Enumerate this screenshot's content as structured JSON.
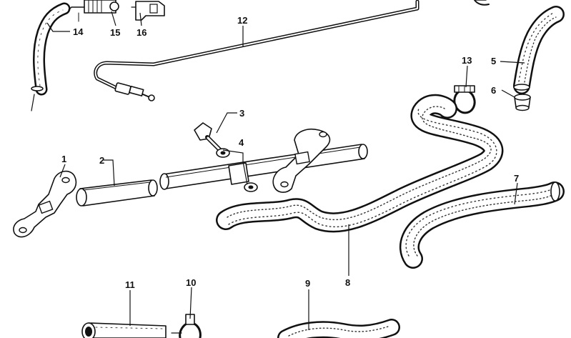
{
  "diagram": {
    "callouts": [
      {
        "id": "p1",
        "label": "1"
      },
      {
        "id": "p2",
        "label": "2"
      },
      {
        "id": "p3",
        "label": "3"
      },
      {
        "id": "p4",
        "label": "4"
      },
      {
        "id": "p5",
        "label": "5"
      },
      {
        "id": "p6",
        "label": "6"
      },
      {
        "id": "p7",
        "label": "7"
      },
      {
        "id": "p8",
        "label": "8"
      },
      {
        "id": "p9",
        "label": "9"
      },
      {
        "id": "p10",
        "label": "10"
      },
      {
        "id": "p11",
        "label": "11"
      },
      {
        "id": "p12",
        "label": "12"
      },
      {
        "id": "p13",
        "label": "13"
      },
      {
        "id": "p14",
        "label": "14"
      },
      {
        "id": "p15",
        "label": "15"
      },
      {
        "id": "p16",
        "label": "16"
      }
    ],
    "colors": {
      "ink": "#111111",
      "paper": "#ffffff"
    }
  }
}
